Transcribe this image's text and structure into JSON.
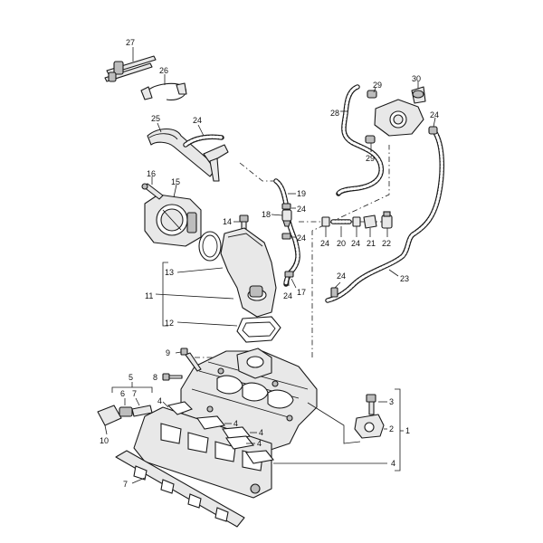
{
  "callouts": {
    "c1": "1",
    "c2": "2",
    "c3": "3",
    "c4a": "4",
    "c4b": "4",
    "c4c": "4",
    "c4d": "4",
    "c4e": "4",
    "c5": "5",
    "c6": "6",
    "c7a": "7",
    "c7b": "7",
    "c8": "8",
    "c9": "9",
    "c10": "10",
    "c11": "11",
    "c12": "12",
    "c13": "13",
    "c14": "14",
    "c15": "15",
    "c16": "16",
    "c17": "17",
    "c18": "18",
    "c19": "19",
    "c20": "20",
    "c21": "21",
    "c22": "22",
    "c23": "23",
    "c24a": "24",
    "c24b": "24",
    "c24c": "24",
    "c24d": "24",
    "c24e": "24",
    "c24f": "24",
    "c24g": "24",
    "c24h": "24",
    "c25": "25",
    "c26": "26",
    "c27": "27",
    "c28": "28",
    "c29a": "29",
    "c29b": "29",
    "c30": "30"
  }
}
